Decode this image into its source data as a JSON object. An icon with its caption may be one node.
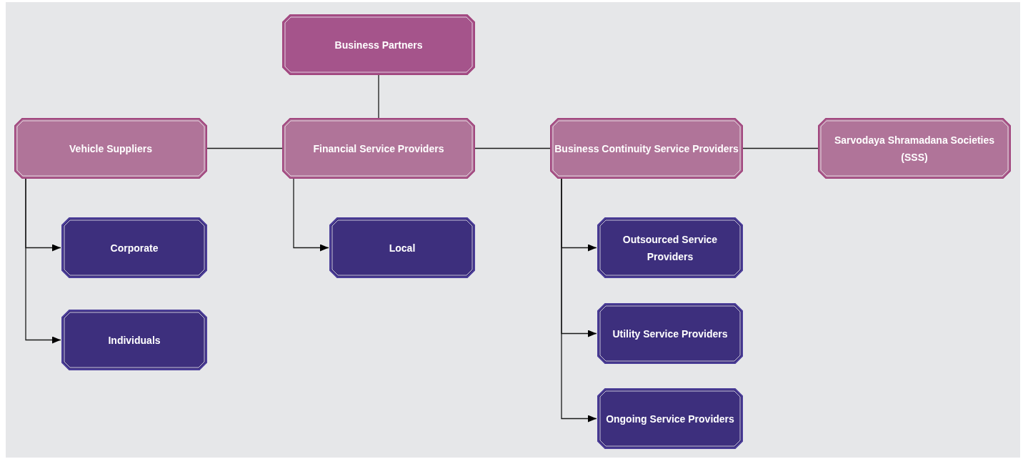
{
  "diagram": {
    "nodes": [
      {
        "text": [
          "Business Partners"
        ]
      },
      {
        "text": [
          "Vehicle Suppliers"
        ]
      },
      {
        "text": [
          "Financial Service Providers"
        ]
      },
      {
        "text": [
          "Business Continuity Service Providers"
        ]
      },
      {
        "text": [
          "Sarvodaya Shramadana Societies (SSS)"
        ]
      },
      {
        "text": [
          "Corporate"
        ]
      },
      {
        "text": [
          "Individuals"
        ]
      },
      {
        "text": [
          "Local"
        ]
      },
      {
        "text": [
          "Outsourced Service Providers"
        ]
      },
      {
        "text": [
          "Utility Service Providers"
        ]
      },
      {
        "text": [
          "Ongoing Service Providers"
        ]
      }
    ],
    "edges": [
      {
        "from": 0,
        "to": 2,
        "arrow": "none"
      },
      {
        "from": 1,
        "to": 2,
        "arrow": "none"
      },
      {
        "from": 2,
        "to": 3,
        "arrow": "none"
      },
      {
        "from": 3,
        "to": 4,
        "arrow": "none"
      },
      {
        "from": 1,
        "to": 5,
        "arrow": "to"
      },
      {
        "from": 1,
        "to": 6,
        "arrow": "to"
      },
      {
        "from": 2,
        "to": 7,
        "arrow": "to"
      },
      {
        "from": 3,
        "to": 8,
        "arrow": "to"
      },
      {
        "from": 3,
        "to": 9,
        "arrow": "to"
      },
      {
        "from": 3,
        "to": 10,
        "arrow": "to"
      }
    ]
  }
}
